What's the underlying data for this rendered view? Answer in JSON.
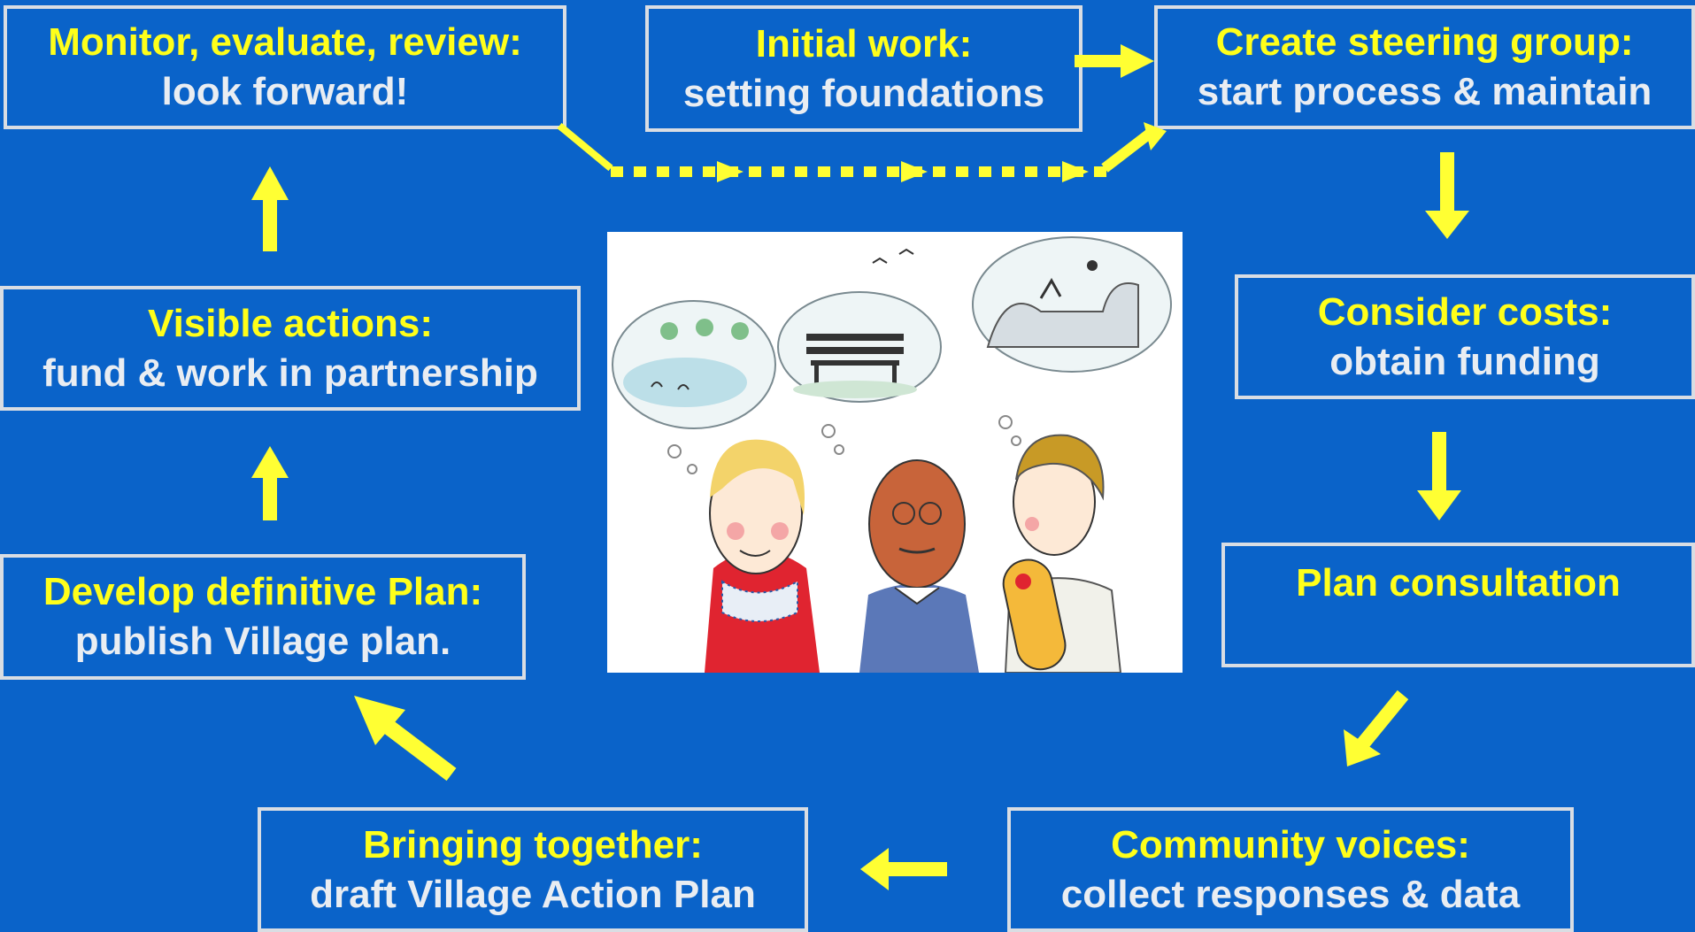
{
  "colors": {
    "background": "#0a63c9",
    "box_border": "#d9dde3",
    "title_text": "#ffff1a",
    "sub_text": "#e9edf2",
    "arrow": "#ffff33"
  },
  "steps": {
    "initial": {
      "title": "Initial work:",
      "sub": "setting foundations"
    },
    "steering": {
      "title": "Create steering group:",
      "sub": "start process & maintain"
    },
    "costs": {
      "title": "Consider costs:",
      "sub": "obtain funding"
    },
    "consultation": {
      "title": "Plan consultation",
      "sub": ""
    },
    "voices": {
      "title": "Community voices:",
      "sub": "collect responses & data"
    },
    "together": {
      "title": "Bringing together:",
      "sub": "draft Village Action Plan"
    },
    "develop": {
      "title": "Develop definitive Plan:",
      "sub": "publish Village plan."
    },
    "visible": {
      "title": "Visible actions:",
      "sub": "fund & work in partnership"
    },
    "monitor": {
      "title": "Monitor, evaluate, review:",
      "sub": "look forward!"
    }
  },
  "illustration": {
    "subject": "three villagers imagining a pond with ducks, a park bench and a skate park"
  }
}
